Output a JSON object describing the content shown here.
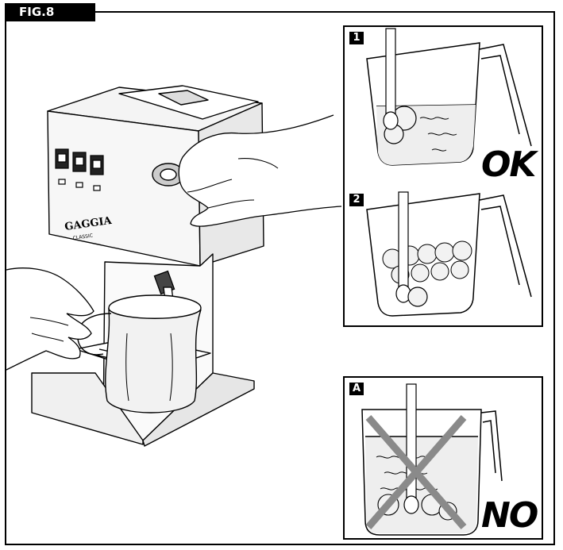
{
  "figure": {
    "label": "FIG.8"
  },
  "machine": {
    "brand": "GAGGIA",
    "model": "CLASSIC"
  },
  "panels": {
    "good": {
      "step1": "1",
      "step2": "2",
      "verdict": "OK"
    },
    "bad": {
      "label": "A",
      "verdict": "NO"
    }
  },
  "colors": {
    "ink": "#000000",
    "paper": "#ffffff",
    "cross": "#8a8a8a",
    "milk": "#e8e8e8"
  }
}
